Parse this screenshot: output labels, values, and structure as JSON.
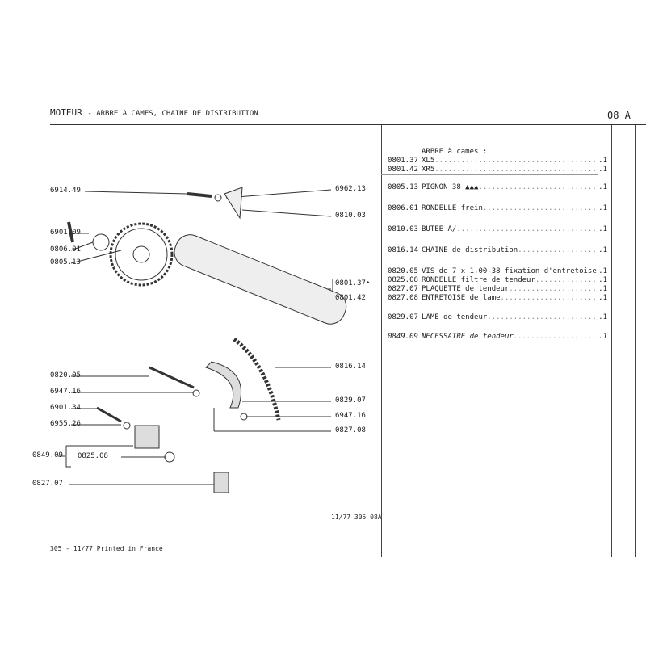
{
  "header": {
    "section": "MOTEUR",
    "title": "- ARBRE A CAMES, CHAINE DE DISTRIBUTION",
    "page": "08 A"
  },
  "parts_table": {
    "group_title": "ARBRE à cames :",
    "rows": [
      {
        "ref": "0801.37",
        "desc": "XL5",
        "qty": ".1",
        "group": 0
      },
      {
        "ref": "0801.42",
        "desc": "XR5",
        "qty": ".1",
        "group": 0
      },
      {
        "ref": "0805.13",
        "desc": "PIGNON 38 ▲▲▲",
        "qty": ".1",
        "group": 1
      },
      {
        "ref": "0806.01",
        "desc": "RONDELLE frein",
        "qty": ".1",
        "group": 2
      },
      {
        "ref": "0810.03",
        "desc": "BUTEE A/",
        "qty": ".1",
        "group": 3
      },
      {
        "ref": "0816.14",
        "desc": "CHAINE de distribution",
        "qty": ".1",
        "group": 4
      },
      {
        "ref": "0820.05",
        "desc": "VIS de 7 x 1,00-38 fixation d'entretoise",
        "qty": ".1",
        "group": 5
      },
      {
        "ref": "0825.08",
        "desc": "RONDELLE filtre de tendeur",
        "qty": ".1",
        "group": 5
      },
      {
        "ref": "0827.07",
        "desc": "PLAQUETTE de tendeur",
        "qty": ".1",
        "group": 5
      },
      {
        "ref": "0827.08",
        "desc": "ENTRETOISE de lame",
        "qty": ".1",
        "group": 5
      },
      {
        "ref": "0829.07",
        "desc": "LAME de tendeur",
        "qty": ".1",
        "group": 6
      },
      {
        "ref": "0849.09",
        "desc": "NECESSAIRE de tendeur",
        "qty": ".1",
        "group": 7
      }
    ]
  },
  "diagram_labels": {
    "left": [
      "6914.49",
      "6901.09",
      "0806.01",
      "0805.13",
      "0820.05",
      "6947.16",
      "6901.34",
      "6955.26",
      "0849.09",
      "0825.08",
      "0827.07"
    ],
    "right": [
      "6962.13",
      "0810.03",
      "0801.37•",
      "0801.42",
      "0816.14",
      "0829.07",
      "6947.16",
      "0827.08"
    ]
  },
  "footer": {
    "ref": "11/77 305 08A",
    "printed": "305 - 11/77 Printed in France"
  }
}
